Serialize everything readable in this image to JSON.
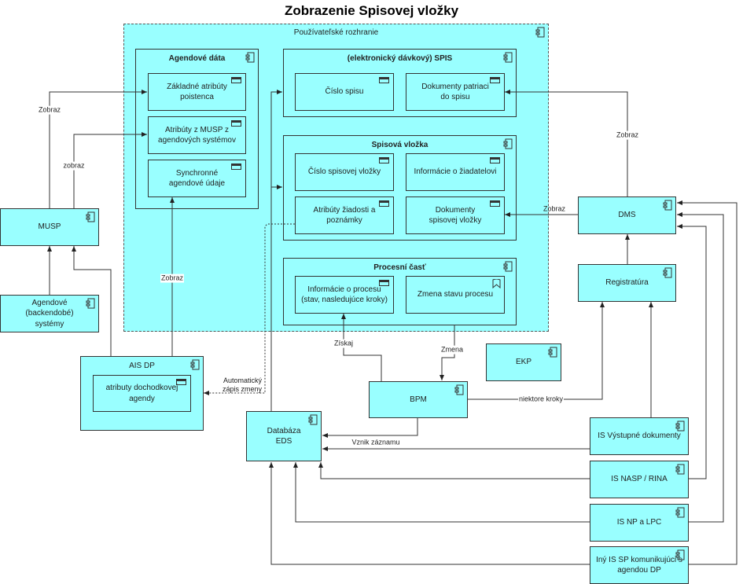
{
  "title": "Zobrazenie Spisovej vložky",
  "ui_container": "Používateľské rozhranie",
  "agendove_data": {
    "title": "Agendové dáta",
    "items": [
      "Základné atribúty poistenca",
      "Atribúty z MUSP z agendových systémov",
      "Synchronné agendové údaje"
    ]
  },
  "spis": {
    "title": "(elektronický dávkový) SPIS",
    "items": [
      "Číslo spisu",
      "Dokumenty patriaci do spisu"
    ]
  },
  "vlozka": {
    "title": "Spisová vložka",
    "items": [
      "Číslo spisovej vložky",
      "Informácie o žiadatelovi",
      "Atribúty žiadosti a poznámky",
      "Dokumenty spisovej vložky"
    ]
  },
  "procesna": {
    "title": "Procesní časť",
    "items": [
      "Informácie o procesu (stav, nasledujúce kroky)",
      "Zmena stavu procesu"
    ]
  },
  "components": {
    "musp": "MUSP",
    "agendove_systemy": "Agendové (backendobé) systémy",
    "ais_dp": "AIS DP",
    "ais_dp_item": "atributy dochodkovej agendy",
    "dms": "DMS",
    "registratura": "Registratúra",
    "ekp": "EKP",
    "bpm": "BPM",
    "databaza": "Databáza EDS",
    "is_vystupne": "IS Výstupné dokumenty",
    "is_nasp": "IS NASP / RINA",
    "is_np": "IS NP a LPC",
    "iny_is": "Iný IS SP komunikujúci s agendou DP"
  },
  "labels": {
    "musp_zobraz": "Zobraz",
    "musp_zobraz2": "zobraz",
    "ais_zobraz": "Zobraz",
    "dms_zobraz_top": "Zobraz",
    "dms_zobraz_left": "Zobraz",
    "automaticky": "Automatický zápis zmeny",
    "ziskaj": "Získaj",
    "zmena": "Zmena",
    "niektore_kroky": "niektore kroky",
    "vznik_zaznamu": "Vznik záznamu"
  },
  "colors": {
    "component_fill": "#99ffff",
    "stroke": "#333333"
  }
}
